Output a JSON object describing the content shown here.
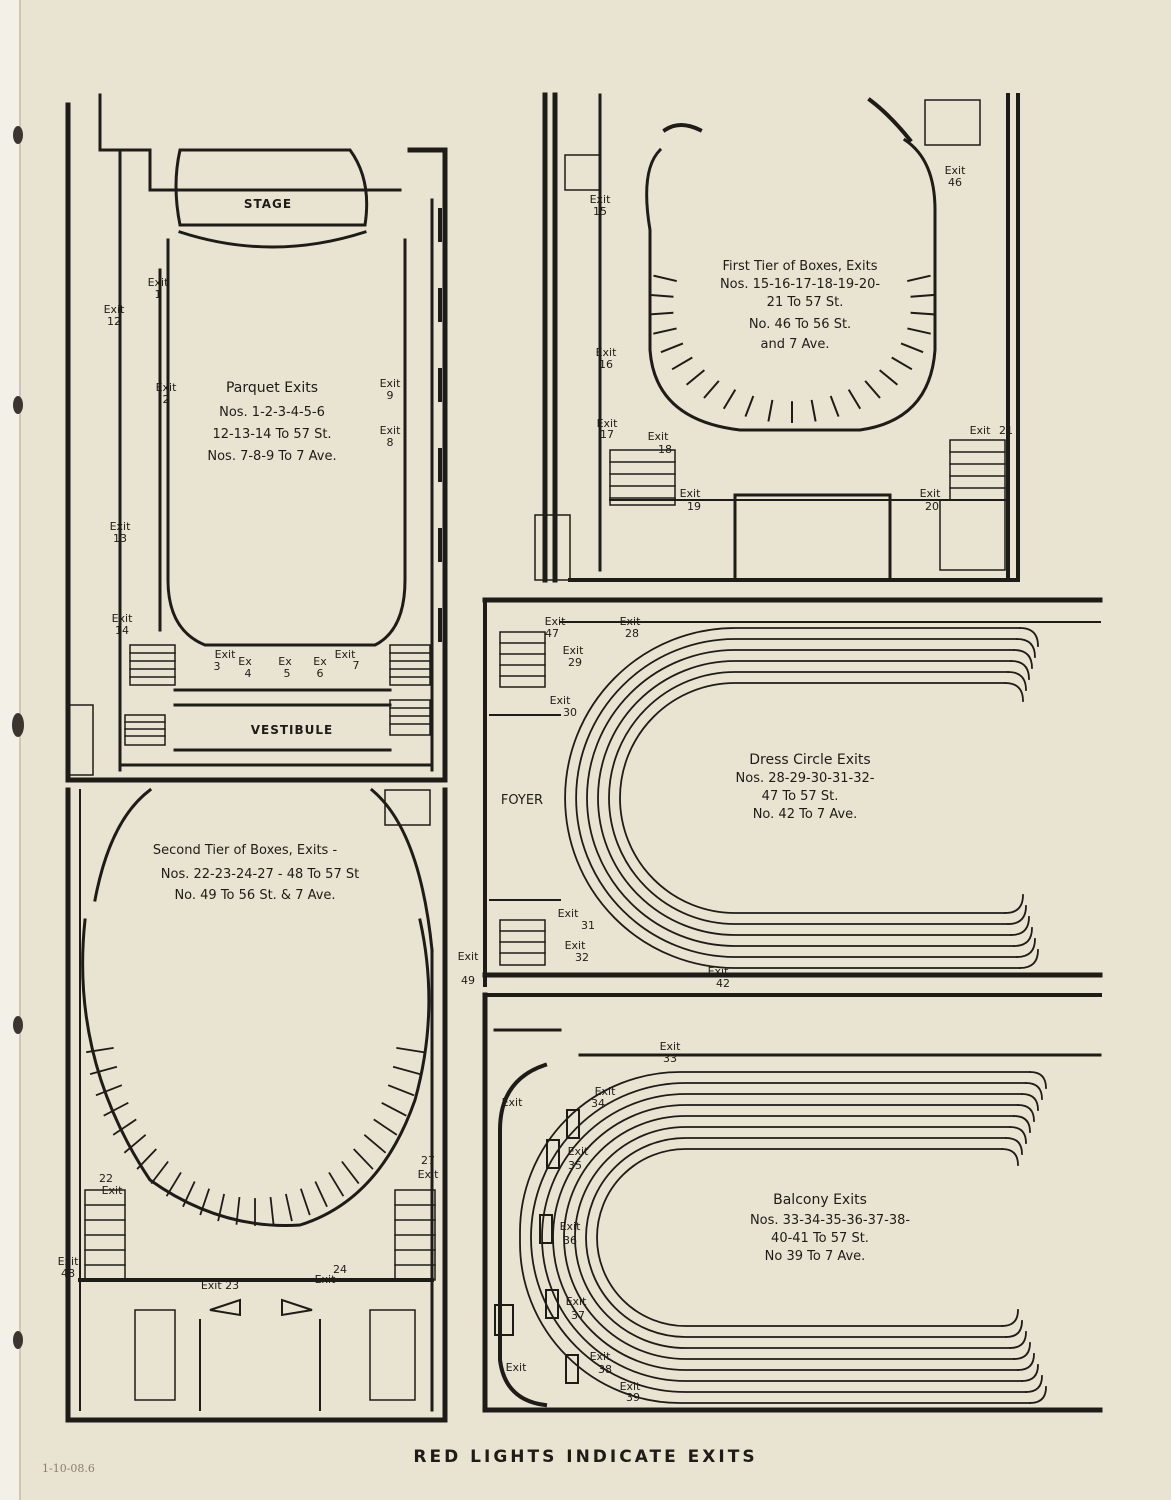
{
  "parquet": {
    "stage": "STAGE",
    "vestibule": "VESTIBULE",
    "title": "Parquet Exits",
    "line1": "Nos. 1-2-3-4-5-6",
    "line2": "12-13-14 To 57 St.",
    "line3": "Nos. 7-8-9 To 7 Ave.",
    "exits": [
      {
        "w": "Exit",
        "n": "1"
      },
      {
        "w": "Exit",
        "n": "2"
      },
      {
        "w": "Exit",
        "n": "9"
      },
      {
        "w": "Exit",
        "n": "8"
      },
      {
        "w": "Exit",
        "n": "12"
      },
      {
        "w": "Exit",
        "n": "13"
      },
      {
        "w": "Exit",
        "n": "14"
      },
      {
        "w": "Exit",
        "n": "3"
      },
      {
        "w": "Ex",
        "n": "4"
      },
      {
        "w": "Ex",
        "n": "5"
      },
      {
        "w": "Ex",
        "n": "6"
      },
      {
        "w": "Exit",
        "n": "7"
      }
    ]
  },
  "first_tier": {
    "title": "First Tier of Boxes, Exits",
    "line1": "Nos. 15-16-17-18-19-20-",
    "line2": "21 To 57 St.",
    "line3": "No. 46 To 56 St.",
    "line4": "and 7 Ave.",
    "exits": [
      {
        "w": "Exit",
        "n": "15"
      },
      {
        "w": "Exit",
        "n": "16"
      },
      {
        "w": "Exit",
        "n": "17"
      },
      {
        "w": "Exit",
        "n": "18"
      },
      {
        "w": "Exit",
        "n": "19"
      },
      {
        "w": "Exit",
        "n": "20"
      },
      {
        "w": "Exit",
        "n": "46"
      },
      {
        "w": "Exit",
        "n": "21"
      }
    ]
  },
  "dress_circle": {
    "foyer": "FOYER",
    "title": "Dress Circle Exits",
    "line1": "Nos. 28-29-30-31-32-",
    "line2": "47 To 57 St.",
    "line3": "No. 42 To 7 Ave.",
    "exits": [
      {
        "w": "Exit",
        "n": "47"
      },
      {
        "w": "Exit",
        "n": "28"
      },
      {
        "w": "Exit",
        "n": "29"
      },
      {
        "w": "Exit",
        "n": "30"
      },
      {
        "w": "Exit",
        "n": "31"
      },
      {
        "w": "Exit",
        "n": "32"
      },
      {
        "w": "Exit",
        "n": "42"
      }
    ]
  },
  "second_tier": {
    "title": "Second Tier of Boxes, Exits -",
    "line1": "Nos. 22-23-24-27 - 48 To 57 St",
    "line2": "No. 49 To 56 St. & 7 Ave.",
    "exits": [
      {
        "w": "Exit",
        "n": "49"
      },
      {
        "w": "Exit",
        "n": "22"
      },
      {
        "w": "Exit",
        "n": "27"
      },
      {
        "w": "Exit",
        "n": "48"
      },
      {
        "w": "Exit 23",
        "n": ""
      },
      {
        "w": "Exit",
        "n": "24"
      }
    ]
  },
  "balcony": {
    "title": "Balcony Exits",
    "line1": "Nos. 33-34-35-36-37-38-",
    "line2": "40-41 To 57 St.",
    "line3": "No 39 To 7 Ave.",
    "exits": [
      {
        "w": "Exit",
        "n": "33"
      },
      {
        "w": "Exit",
        "n": "34"
      },
      {
        "w": "Exit",
        "n": "35"
      },
      {
        "w": "Exit",
        "n": "36"
      },
      {
        "w": "Exit",
        "n": "37"
      },
      {
        "w": "Exit",
        "n": "38"
      },
      {
        "w": "Exit",
        "n": "39"
      },
      {
        "w": "Exit",
        "n": ""
      },
      {
        "w": "Exit",
        "n": ""
      }
    ]
  },
  "footer": "RED LIGHTS INDICATE EXITS",
  "note": "1-10-08.6"
}
